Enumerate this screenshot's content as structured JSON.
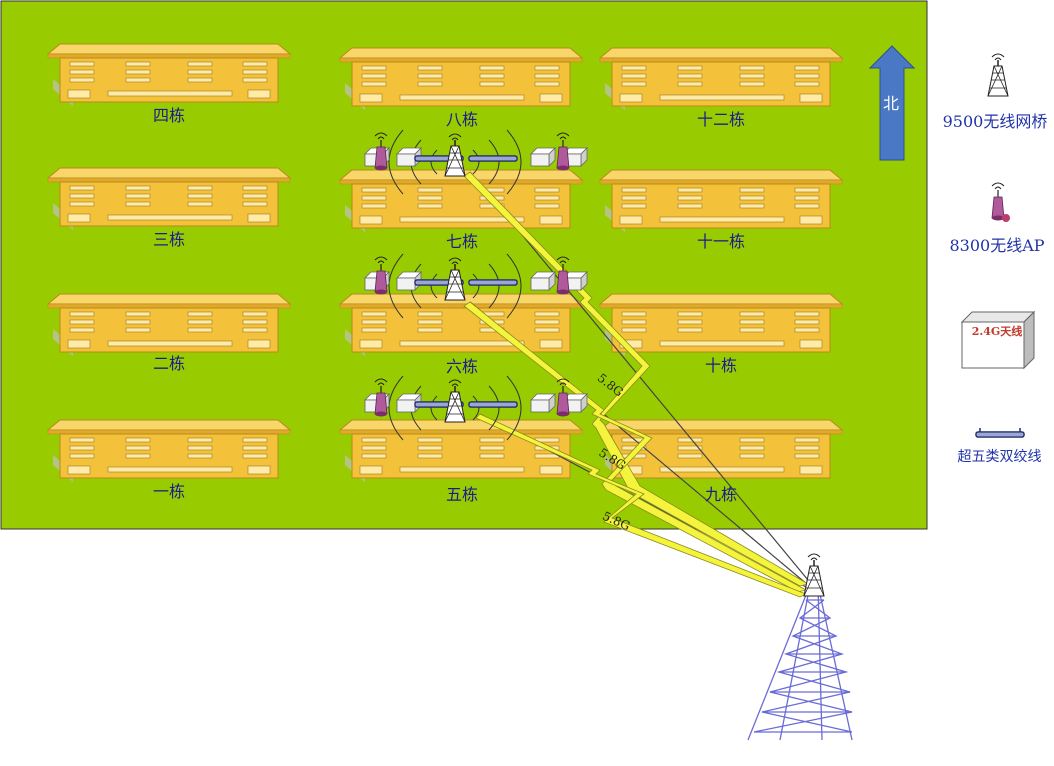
{
  "colors": {
    "campus": "#99cc00",
    "building": "#f4c13a",
    "label": "#1c1c8c",
    "north_arrow": "#4a78c4",
    "signal": "#f4f43c"
  },
  "buildings": {
    "b1": "一栋",
    "b2": "二栋",
    "b3": "三栋",
    "b4": "四栋",
    "b5": "五栋",
    "b6": "六栋",
    "b7": "七栋",
    "b8": "八栋",
    "b9": "九栋",
    "b10": "十栋",
    "b11": "十一栋",
    "b12": "十二栋"
  },
  "north_label": "北",
  "links": {
    "band1": "5.8G",
    "band2": "5.8G",
    "band3": "5.8G"
  },
  "legend": {
    "bridge": {
      "icon": "antenna-tower-icon",
      "label": "9500无线网桥"
    },
    "ap": {
      "icon": "access-point-icon",
      "label": "8300无线AP"
    },
    "antenna24": {
      "icon": "antenna-box-icon",
      "label": "2.4G天线"
    },
    "cable": {
      "icon": "cable-icon",
      "label": "超五类双绞线"
    }
  }
}
